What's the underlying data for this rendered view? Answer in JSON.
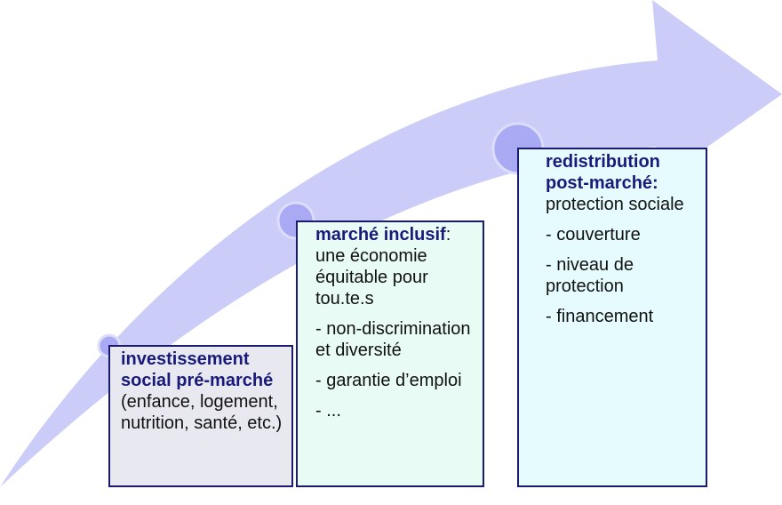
{
  "colors": {
    "arrow_fill": "#ccccf8",
    "node_fill": "#a9a9f4",
    "node_stroke": "#dcdcfb",
    "heading_text": "#1a1a7a",
    "box_border": "#1a1a6e"
  },
  "box1": {
    "heading": "investissement social pré-marché",
    "text": " (enfance, logement, nutrition, santé, etc.)"
  },
  "box2": {
    "heading": "marché inclusif",
    "text": ": une économie équitable pour tou.te.s",
    "items": [
      "- non-discrimination et diversité",
      "- garantie d’emploi",
      "- ..."
    ]
  },
  "box3": {
    "heading": "redistribution post-marché:",
    "text": " protection sociale",
    "items": [
      "- couverture",
      "- niveau de protection",
      "- financement"
    ]
  }
}
